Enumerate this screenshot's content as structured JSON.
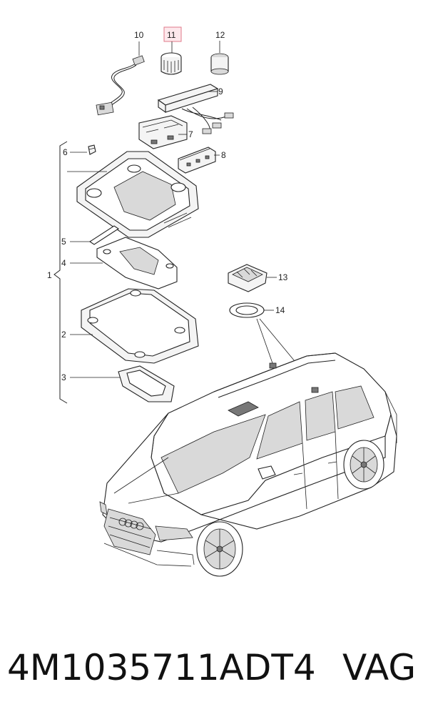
{
  "callouts": {
    "c1": "1",
    "c2": "2",
    "c3": "3",
    "c4": "4",
    "c5": "5",
    "c6": "6",
    "c7": "7",
    "c8": "8",
    "c9": "9",
    "c10": "10",
    "c11": "11",
    "c12": "12",
    "c13": "13",
    "c14": "14"
  },
  "highlight_color": "#e07a8a",
  "part_number": "4M1035711ADT4",
  "brand": "VAG"
}
